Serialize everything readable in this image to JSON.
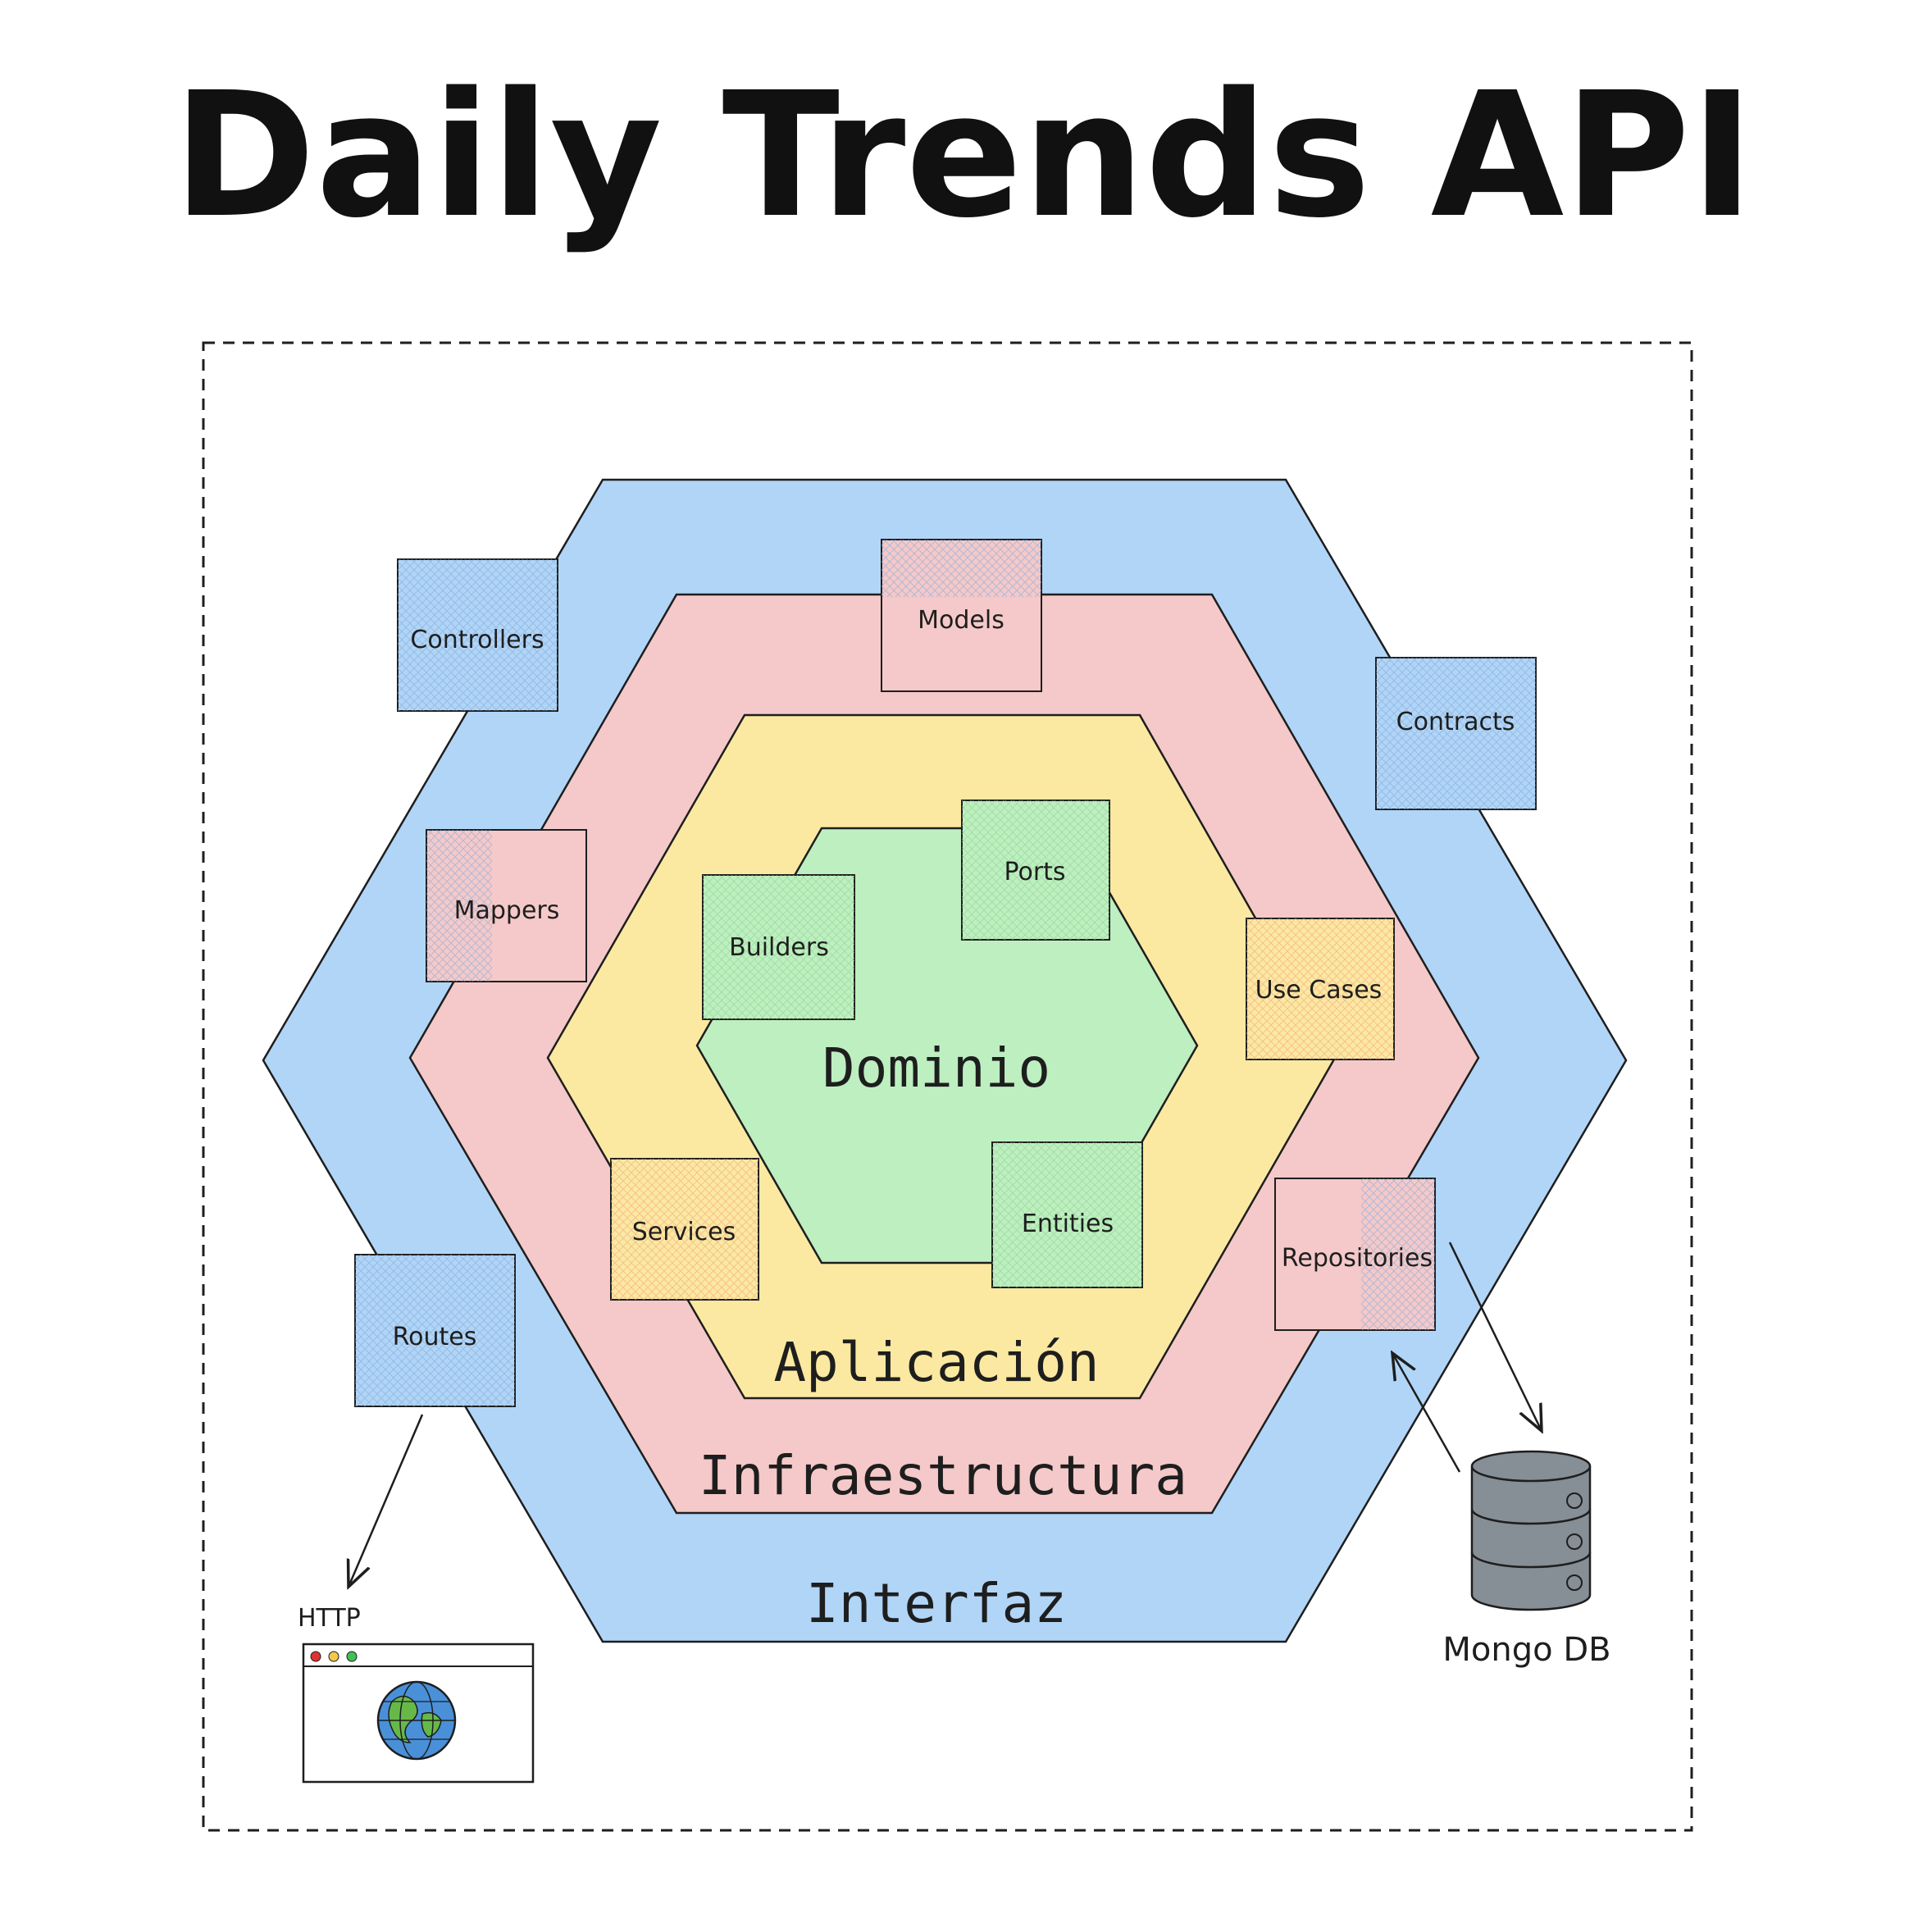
{
  "title": "Daily Trends API",
  "layers": {
    "interfaz": "Interfaz",
    "infraestructura": "Infraestructura",
    "aplicacion": "Aplicación",
    "dominio": "Dominio"
  },
  "boxes": {
    "controllers": "Controllers",
    "models": "Models",
    "contracts": "Contracts",
    "mappers": "Mappers",
    "builders": "Builders",
    "ports": "Ports",
    "use_cases": "Use Cases",
    "services": "Services",
    "entities": "Entities",
    "repositories": "Repositories",
    "routes": "Routes"
  },
  "external": {
    "http": "HTTP",
    "database": "Mongo DB"
  },
  "colors": {
    "interfaz": "#b1d5f7",
    "infraestructura": "#f5c9c9",
    "aplicacion": "#fbe9a2",
    "dominio": "#bdefc0",
    "database": "#868e96",
    "globe": "#4a90d9",
    "land": "#66b949"
  },
  "icons": [
    "browser-window-icon",
    "globe-icon",
    "database-icon"
  ]
}
